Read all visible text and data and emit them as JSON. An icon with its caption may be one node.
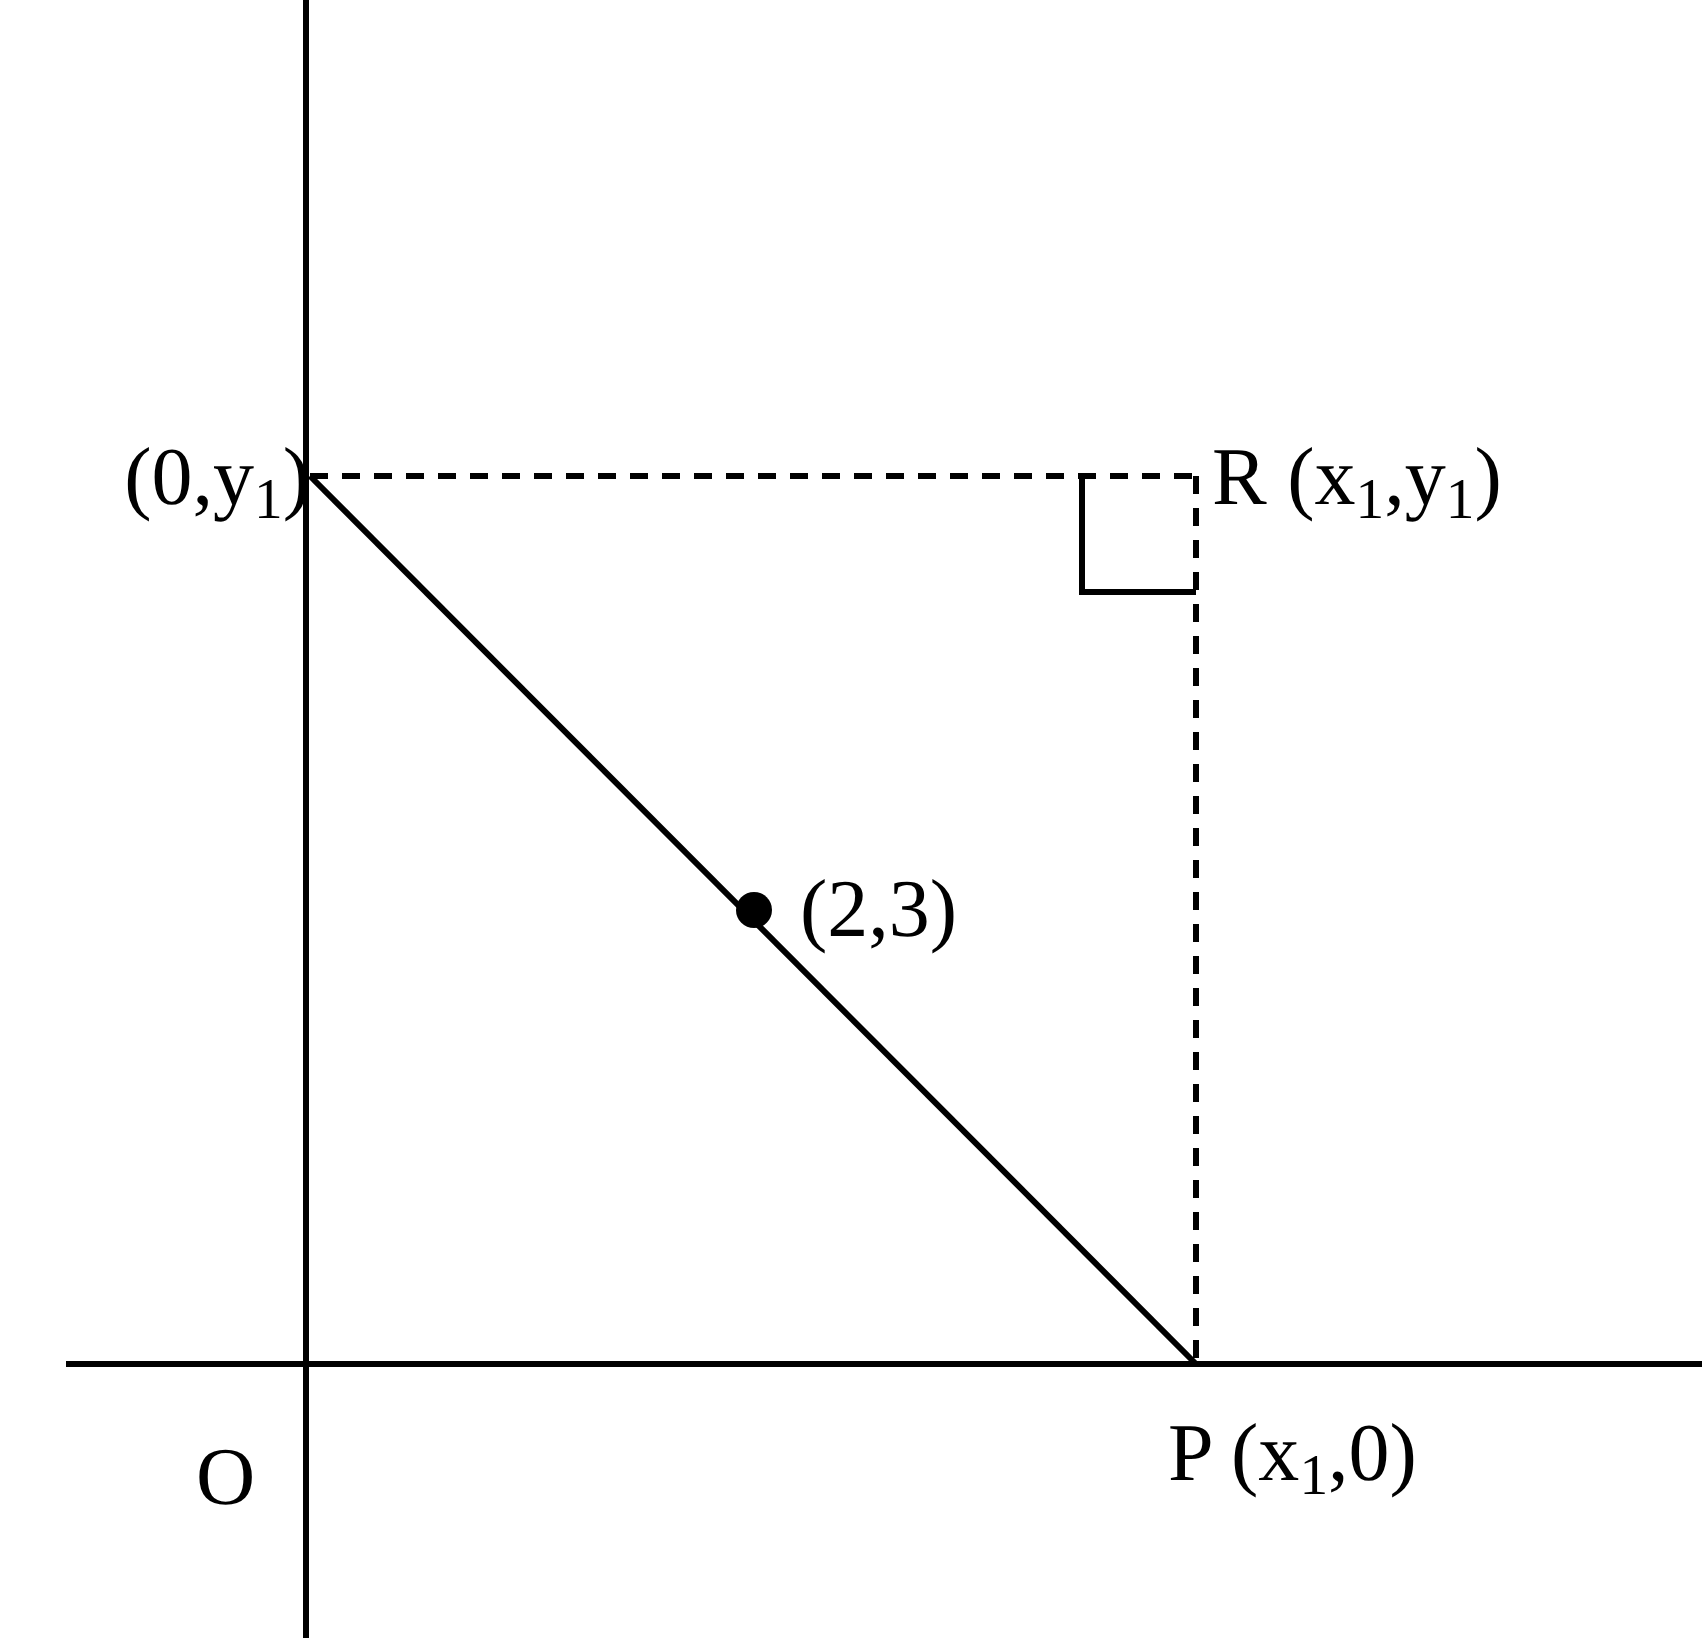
{
  "diagram": {
    "nodes": [
      {
        "text": [
          "(0,y$_{1}$)"
        ]
      },
      {
        "text": [
          "R (x$_{1}$,y$_{1}$)"
        ]
      },
      {
        "text": [
          "P (x$_{1}$,0)"
        ]
      }
    ],
    "edges": [
      {
        "from": 0,
        "to": 2,
        "arrow": "none"
      },
      {
        "from": 0,
        "to": 1,
        "arrow": "none",
        "style": "dashed"
      },
      {
        "from": 1,
        "to": 2,
        "arrow": "none",
        "style": "dashed"
      }
    ],
    "labels": [
      "(2,3)",
      "O"
    ]
  }
}
